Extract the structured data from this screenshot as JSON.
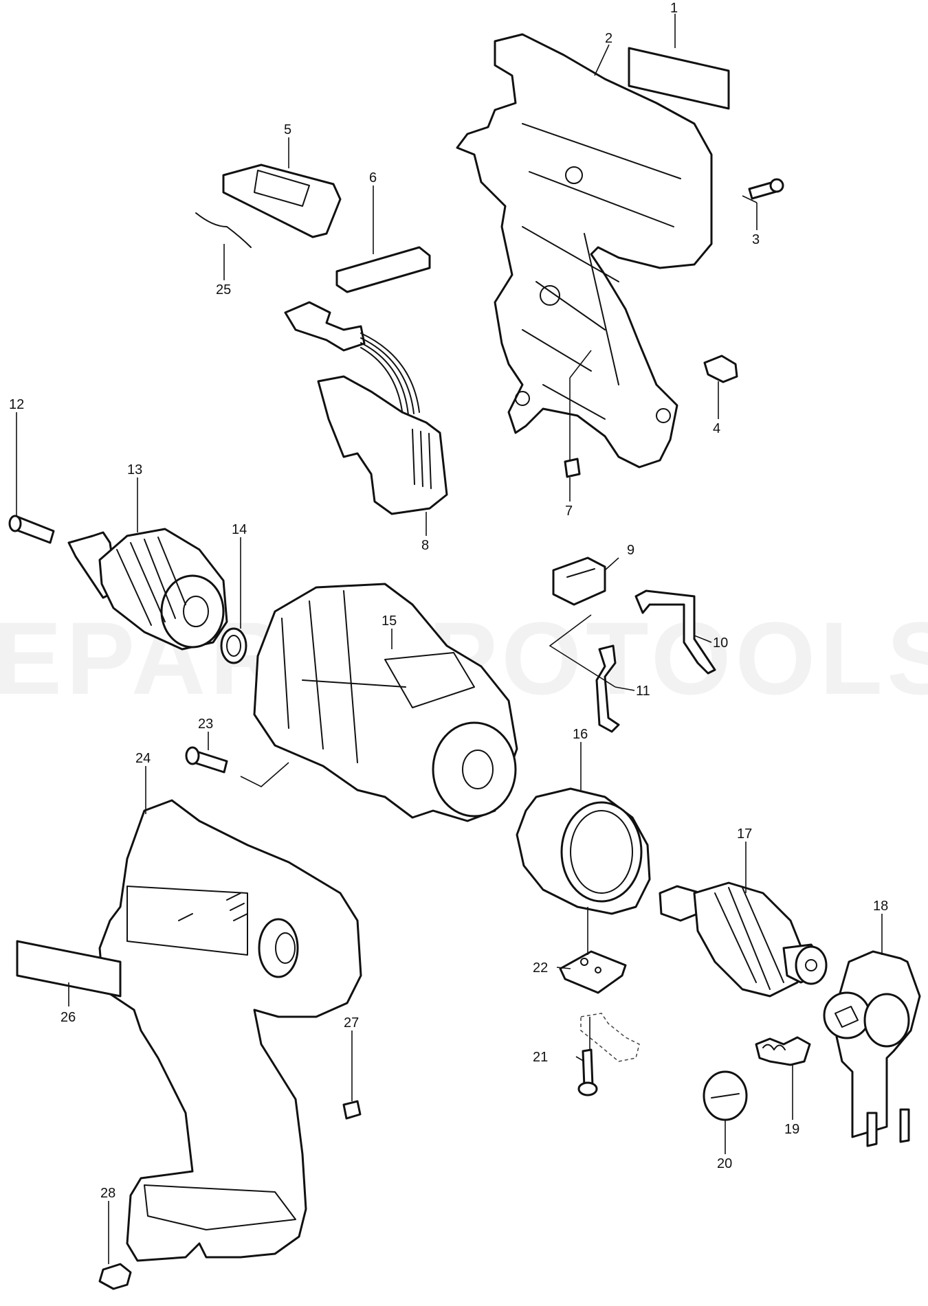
{
  "watermark": "EPARTSPOTOOLS.CO",
  "callouts": [
    {
      "id": 1,
      "label": "1"
    },
    {
      "id": 2,
      "label": "2"
    },
    {
      "id": 3,
      "label": "3"
    },
    {
      "id": 4,
      "label": "4"
    },
    {
      "id": 5,
      "label": "5"
    },
    {
      "id": 6,
      "label": "6"
    },
    {
      "id": 7,
      "label": "7"
    },
    {
      "id": 8,
      "label": "8"
    },
    {
      "id": 9,
      "label": "9"
    },
    {
      "id": 10,
      "label": "10"
    },
    {
      "id": 11,
      "label": "11"
    },
    {
      "id": 12,
      "label": "12"
    },
    {
      "id": 13,
      "label": "13"
    },
    {
      "id": 14,
      "label": "14"
    },
    {
      "id": 15,
      "label": "15"
    },
    {
      "id": 16,
      "label": "16"
    },
    {
      "id": 17,
      "label": "17"
    },
    {
      "id": 18,
      "label": "18"
    },
    {
      "id": 19,
      "label": "19"
    },
    {
      "id": 20,
      "label": "20"
    },
    {
      "id": 21,
      "label": "21"
    },
    {
      "id": 22,
      "label": "22"
    },
    {
      "id": 23,
      "label": "23"
    },
    {
      "id": 24,
      "label": "24"
    },
    {
      "id": 25,
      "label": "25"
    },
    {
      "id": 26,
      "label": "26"
    },
    {
      "id": 27,
      "label": "27"
    },
    {
      "id": 28,
      "label": "28"
    }
  ]
}
